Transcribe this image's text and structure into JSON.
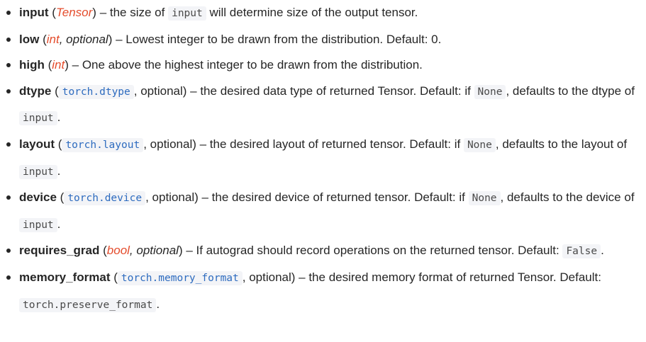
{
  "params": [
    {
      "name": "input",
      "open": " (",
      "type": "Tensor",
      "close": ")",
      "desc": " – the size of ",
      "code1": "input",
      "desc2": " will determine size of the output tensor."
    },
    {
      "name": "low",
      "open": " (",
      "type": "int",
      "sep": ", ",
      "optional": "optional",
      "close": ")",
      "desc": " – Lowest integer to be drawn from the distribution. Default: 0."
    },
    {
      "name": "high",
      "open": " (",
      "type": "int",
      "close": ")",
      "desc": " – One above the highest integer to be drawn from the distribution."
    },
    {
      "name": "dtype",
      "open": " (",
      "type": "torch.dtype",
      "sep": ", optional)",
      "desc": " – the desired data type of returned Tensor. Default: if ",
      "code1": "None",
      "desc2": ", defaults to the dtype of ",
      "code2": "input",
      "end": "."
    },
    {
      "name": "layout",
      "open": " (",
      "type": "torch.layout",
      "sep": ", optional)",
      "desc": " – the desired layout of returned tensor. Default: if ",
      "code1": "None",
      "desc2": ", defaults to the layout of ",
      "code2": "input",
      "end": "."
    },
    {
      "name": "device",
      "open": " (",
      "type": "torch.device",
      "sep": ", optional)",
      "desc": " – the desired device of returned tensor. Default: if ",
      "code1": "None",
      "desc2": ", defaults to the device of ",
      "code2": "input",
      "end": "."
    },
    {
      "name": "requires_grad",
      "open": " (",
      "type": "bool",
      "sep": ", ",
      "optional": "optional",
      "close": ")",
      "desc": " – If autograd should record operations on the returned tensor. Default: ",
      "code1": "False",
      "end": "."
    },
    {
      "name": "memory_format",
      "open": " (",
      "type": "torch.memory_format",
      "sep": ", optional)",
      "desc": " – the desired memory format of returned Tensor. Default: ",
      "code1": "torch.preserve_format",
      "end": "."
    }
  ]
}
